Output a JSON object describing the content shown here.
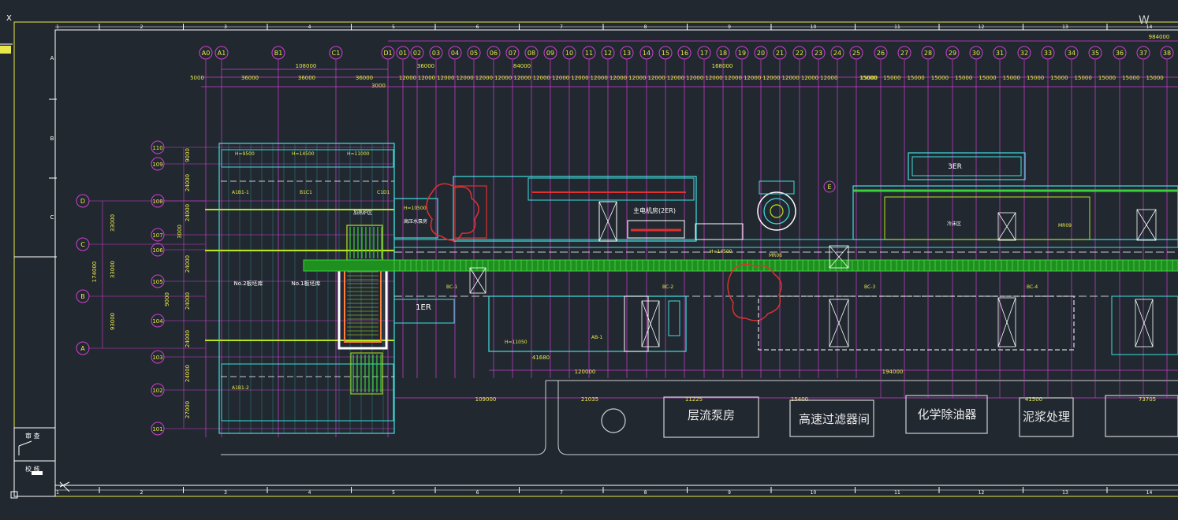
{
  "drawing": {
    "row_cols": [
      "1",
      "2",
      "3",
      "4",
      "5",
      "6",
      "7",
      "8",
      "9",
      "10",
      "11",
      "12",
      "13",
      "14"
    ],
    "row_letters": [
      "A",
      "B",
      "C"
    ],
    "axis_top_labels": [
      "A0",
      "A1",
      "B1",
      "C1",
      "D1",
      "01",
      "02",
      "03",
      "04",
      "05",
      "06",
      "07",
      "08",
      "09",
      "10",
      "11",
      "12",
      "13",
      "14",
      "15",
      "16",
      "17",
      "18",
      "19",
      "20",
      "21",
      "22",
      "23",
      "24",
      "25",
      "26",
      "27",
      "28",
      "29",
      "30",
      "31",
      "32",
      "33",
      "34",
      "35",
      "36",
      "37",
      "38"
    ],
    "left_axis_labels": [
      "110",
      "109",
      "108",
      "107",
      "106",
      "105",
      "104",
      "103",
      "102",
      "101"
    ],
    "left_aux_labels": [
      "D",
      "C",
      "B",
      "A"
    ],
    "dims_top": [
      "5000",
      "36000",
      "36000",
      "36000",
      "3000",
      "12000",
      "15000",
      "984000",
      "108000",
      "36000",
      "84000",
      "168000"
    ],
    "dims_left": [
      "9000",
      "24000",
      "3000",
      "24000",
      "24000",
      "24000",
      "24000",
      "24000",
      "27000",
      "33000",
      "33000",
      "93000",
      "174000"
    ],
    "dims_bottom": [
      "109000",
      "21035",
      "41680",
      "120000",
      "194000",
      "15400",
      "41500",
      "73705",
      "11225"
    ],
    "room_labels": [
      "1ER",
      "3ER",
      "主电机房(2ER)",
      "高压水泵房",
      "No.2板坯库",
      "No.1板坯库",
      "加热炉区",
      "冷床区"
    ],
    "annotations": [
      "H=9500",
      "H=14500",
      "H=11000",
      "H=10500",
      "H=14500",
      "H=11050",
      "A1B1-1",
      "A1B1-2",
      "B1C1",
      "C1D1",
      "BC-1",
      "BC-2",
      "BC-3",
      "BC-4",
      "AB-1",
      "MR09",
      "MR06"
    ],
    "bottom_buildings": [
      "层流泵房",
      "高速过滤器间",
      "化学除油器",
      "泥浆处理"
    ],
    "corner_marks": [
      "X",
      "W"
    ],
    "title_block": [
      "审 查",
      "校 核"
    ]
  }
}
